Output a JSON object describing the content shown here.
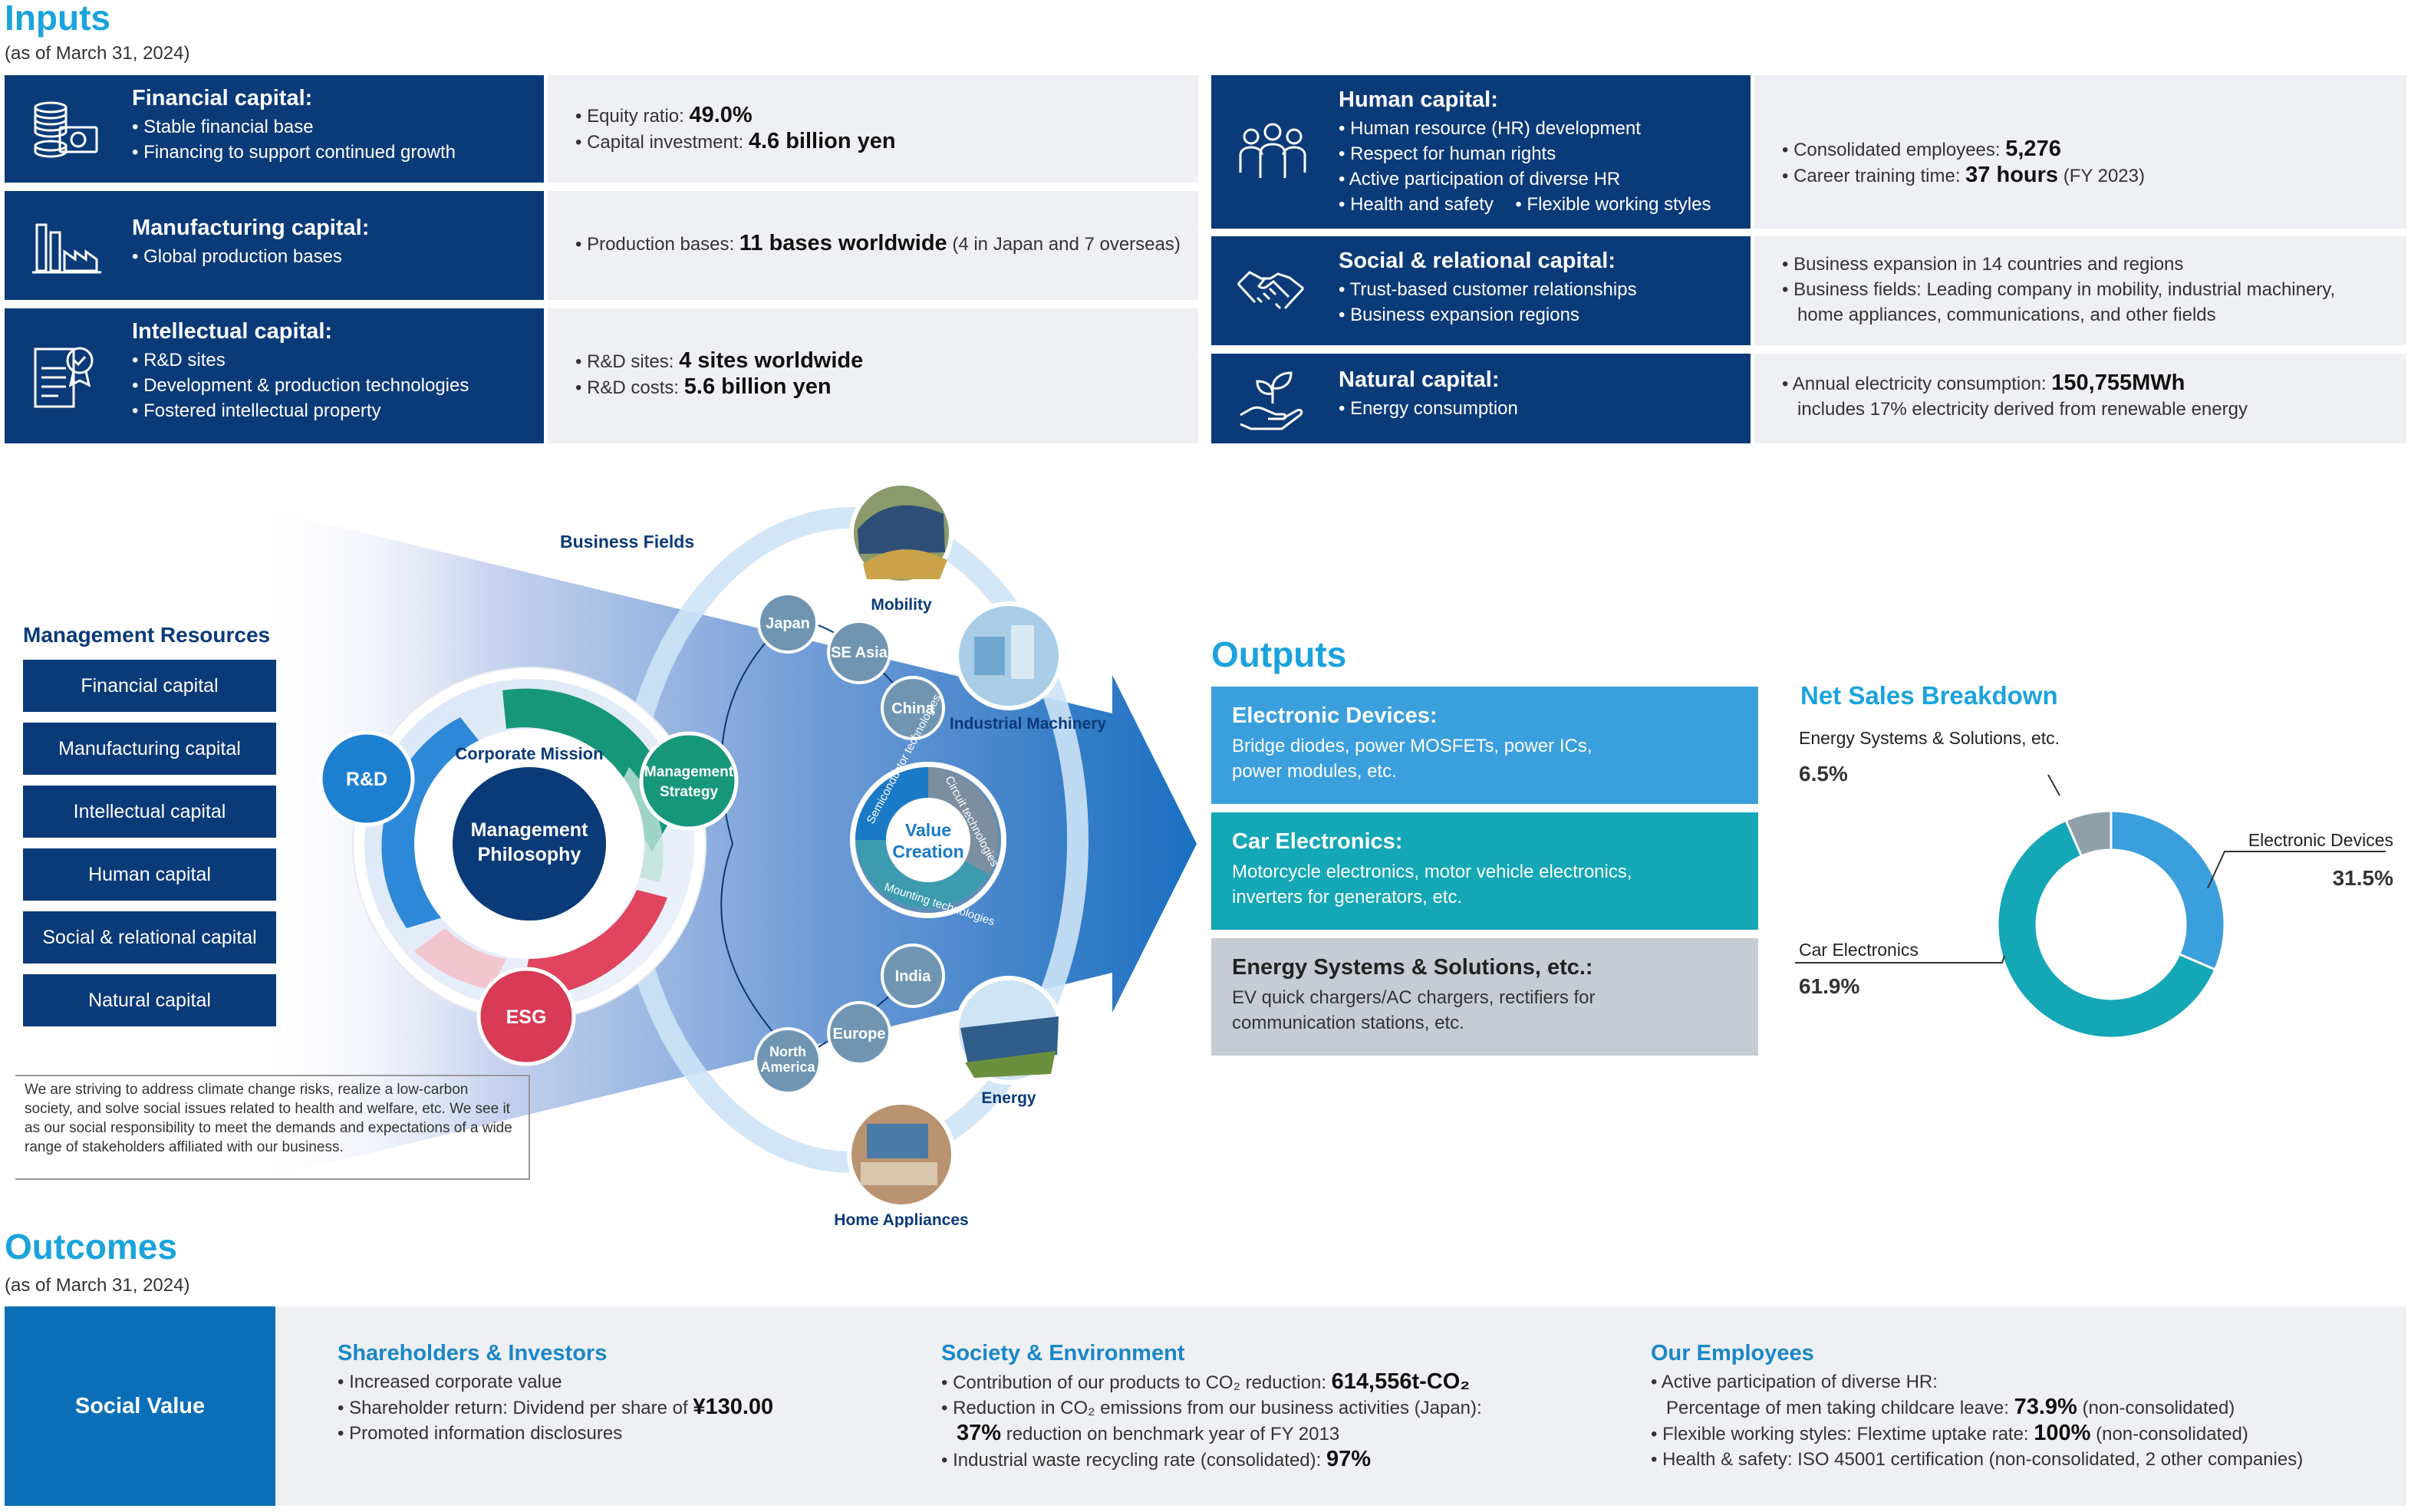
{
  "inputs": {
    "title": "Inputs",
    "as_of": "(as of March 31, 2024)",
    "left": [
      {
        "title": "Financial capital:",
        "bullets": [
          "Stable financial base",
          "Financing to support continued growth"
        ],
        "values": [
          {
            "label": "Equity ratio: ",
            "value": "49.0%",
            "tail": ""
          },
          {
            "label": "Capital investment: ",
            "value": "4.6 billion yen",
            "tail": ""
          }
        ]
      },
      {
        "title": "Manufacturing capital:",
        "bullets": [
          "Global production bases"
        ],
        "values": [
          {
            "label": "Production bases: ",
            "value": "11 bases worldwide",
            "tail": " (4 in Japan and 7 overseas)"
          }
        ]
      },
      {
        "title": "Intellectual capital:",
        "bullets": [
          "R&D sites",
          "Development & production technologies",
          "Fostered intellectual property"
        ],
        "values": [
          {
            "label": "R&D sites: ",
            "value": "4 sites worldwide",
            "tail": ""
          },
          {
            "label": "R&D costs: ",
            "value": "5.6 billion yen",
            "tail": ""
          }
        ]
      }
    ],
    "right": [
      {
        "title": "Human capital:",
        "bullets": [
          "Human resource (HR) development",
          "Respect for human rights",
          "Active participation of diverse HR"
        ],
        "bullets_pair": [
          "Health and safety",
          "Flexible working styles"
        ],
        "values": [
          {
            "label": "Consolidated employees: ",
            "value": "5,276",
            "tail": ""
          },
          {
            "label": "Career training time: ",
            "value": "37 hours",
            "tail": " (FY 2023)"
          }
        ]
      },
      {
        "title": "Social & relational capital:",
        "bullets": [
          "Trust-based customer relationships",
          "Business expansion regions"
        ],
        "values": [
          {
            "label": "Business expansion in 14 countries and regions",
            "value": "",
            "tail": ""
          },
          {
            "label": "Business fields: Leading company in mobility, industrial machinery,",
            "value": "",
            "tail": ""
          }
        ],
        "sub": "home appliances, communications, and other fields"
      },
      {
        "title": "Natural capital:",
        "bullets": [
          "Energy consumption"
        ],
        "values": [
          {
            "label": "Annual electricity consumption: ",
            "value": "150,755MWh",
            "tail": ""
          }
        ],
        "sub": "includes 17% electricity derived from renewable energy"
      }
    ]
  },
  "management_resources": {
    "title": "Management Resources",
    "items": [
      "Financial capital",
      "Manufacturing capital",
      "Intellectual capital",
      "Human capital",
      "Social & relational capital",
      "Natural capital"
    ]
  },
  "philosophy": {
    "corporate_mission": "Corporate Mission",
    "center_line1": "Management",
    "center_line2": "Philosophy",
    "rd": "R&D",
    "strategy_line1": "Management",
    "strategy_line2": "Strategy",
    "esg": "ESG",
    "note": "We are striving to address climate change risks, realize a low-carbon society, and solve social issues related to health and welfare, etc. We see it as our social responsibility to meet the demands and expectations of a wide range of stakeholders affiliated with our business."
  },
  "business_fields": {
    "title": "Business Fields",
    "fields": [
      "Mobility",
      "Industrial Machinery",
      "Energy",
      "Home Appliances"
    ],
    "regions": [
      "Japan",
      "SE Asia",
      "China",
      "India",
      "Europe",
      "North America"
    ],
    "value_creation_line1": "Value",
    "value_creation_line2": "Creation",
    "technologies": [
      "Semiconductor technologies",
      "Circuit technologies",
      "Mounting technologies"
    ]
  },
  "outputs": {
    "title": "Outputs",
    "items": [
      {
        "title": "Electronic Devices:",
        "desc_lines": [
          "Bridge diodes, power MOSFETs, power ICs,",
          "power modules, etc."
        ]
      },
      {
        "title": "Car Electronics:",
        "desc_lines": [
          "Motorcycle electronics, motor vehicle electronics,",
          "inverters for generators, etc."
        ]
      },
      {
        "title": "Energy Systems & Solutions, etc.:",
        "desc_lines": [
          "EV quick chargers/AC chargers, rectifiers for",
          "communication stations, etc."
        ]
      }
    ],
    "colors": {
      "electronic": "#3a9fdc",
      "car": "#14a7b6",
      "energy": "#c6ccd3"
    }
  },
  "net_sales": {
    "title": "Net Sales Breakdown"
  },
  "chart_data": {
    "type": "pie",
    "title": "Net Sales Breakdown",
    "series": [
      {
        "name": "Electronic Devices",
        "value": 31.5,
        "label": "31.5%",
        "color": "#3a9fdc"
      },
      {
        "name": "Car Electronics",
        "value": 61.9,
        "label": "61.9%",
        "color": "#14a7b6"
      },
      {
        "name": "Energy Systems & Solutions, etc.",
        "value": 6.5,
        "label": "6.5%",
        "color": "#8fa0ab"
      }
    ]
  },
  "outcomes": {
    "title": "Outcomes",
    "as_of": "(as of March 31, 2024)",
    "social_value": "Social Value",
    "shareholders": {
      "head": "Shareholders & Investors",
      "lines": [
        {
          "label": "Increased corporate value",
          "value": "",
          "tail": ""
        },
        {
          "label": "Shareholder return: Dividend per share of ",
          "value": "¥130.00",
          "tail": ""
        },
        {
          "label": "Promoted information disclosures",
          "value": "",
          "tail": ""
        }
      ]
    },
    "society": {
      "head": "Society & Environment",
      "l1_label": "Contribution of our products to CO₂ reduction: ",
      "l1_value": "614,556t-CO₂",
      "l2_label": "Reduction in CO₂ emissions from our business activities (Japan):",
      "l2_value": "37%",
      "l2_tail": " reduction on benchmark year of FY 2013",
      "l3_label": "Industrial waste recycling rate (consolidated): ",
      "l3_value": "97%"
    },
    "employees": {
      "head": "Our Employees",
      "l1_label": "Active participation of diverse HR:",
      "l1_sub_label": "Percentage of men taking childcare leave: ",
      "l1_sub_value": "73.9%",
      "l1_sub_tail": " (non-consolidated)",
      "l2_label": "Flexible working styles: Flextime uptake rate: ",
      "l2_value": "100%",
      "l2_tail": " (non-consolidated)",
      "l3_label": "Health & safety: ISO 45001 certification (non-consolidated, 2 other companies)"
    }
  }
}
